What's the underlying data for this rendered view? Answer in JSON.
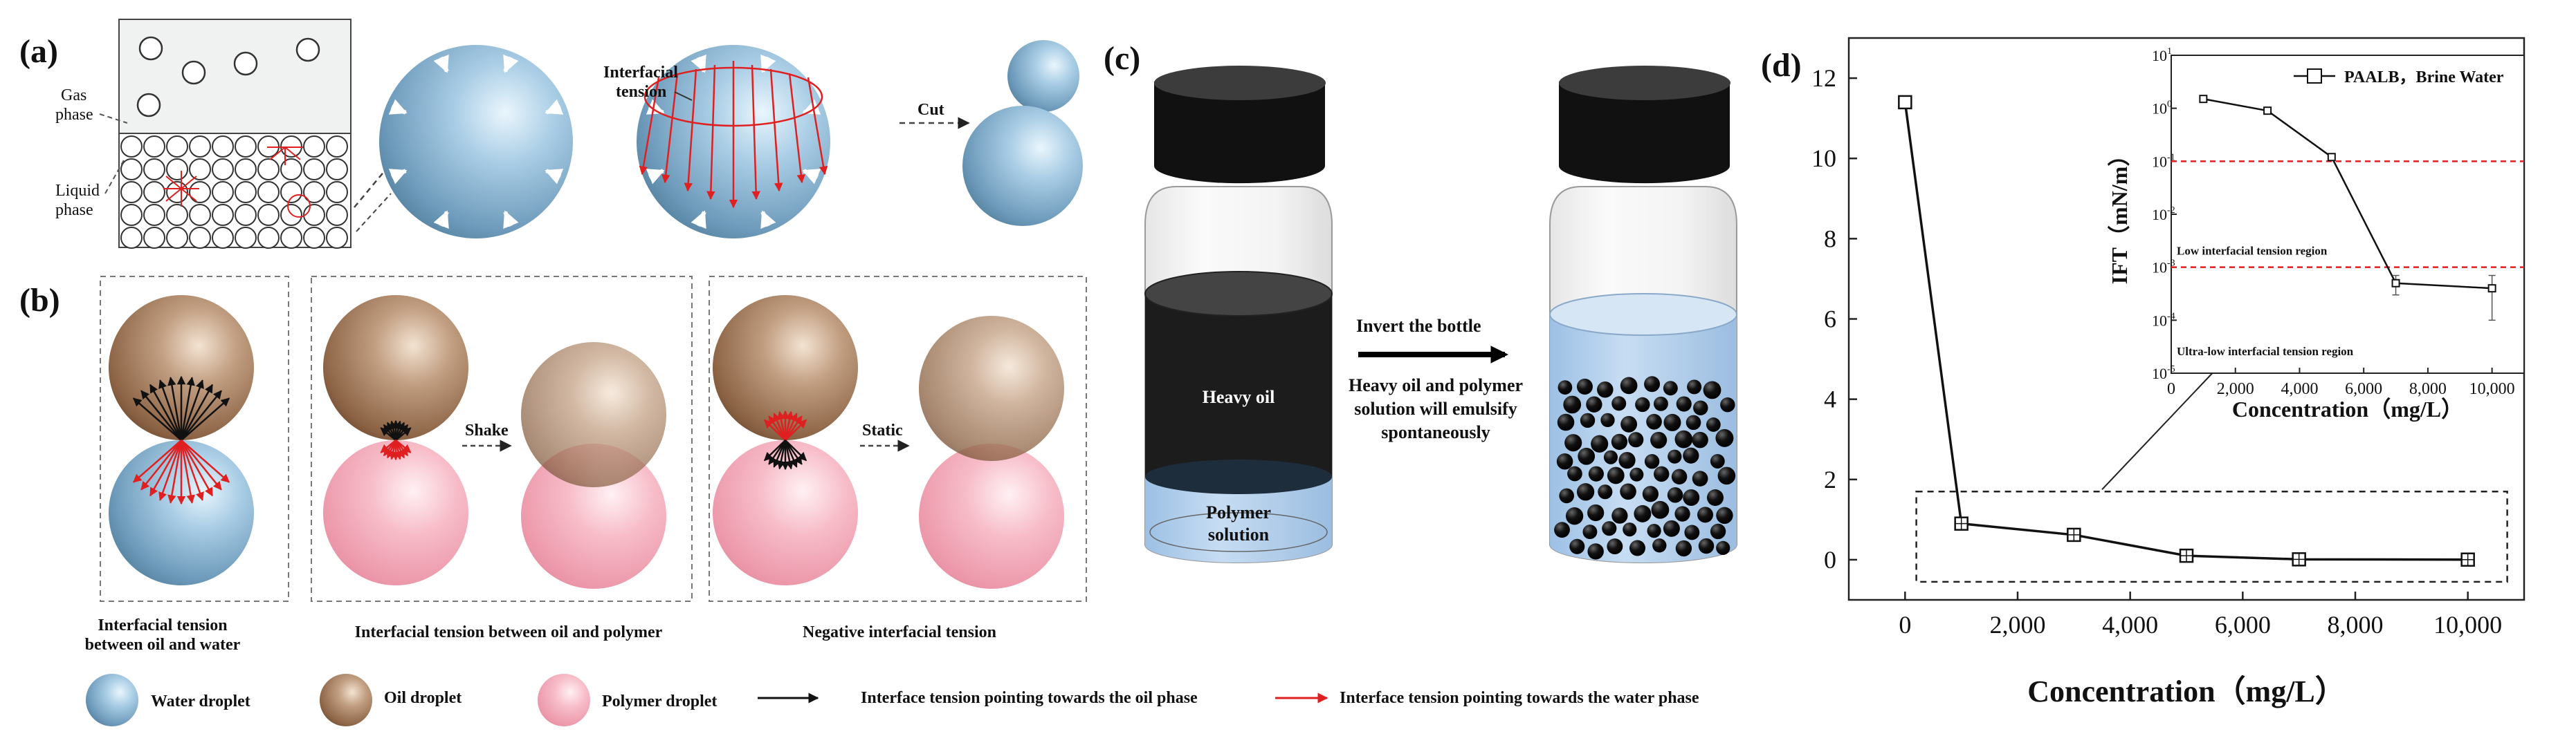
{
  "panels": {
    "a": {
      "label": "(a)",
      "gas_phase": [
        "Gas",
        "phase"
      ],
      "liquid_phase": [
        "Liquid",
        "phase"
      ],
      "interfacial_tension": [
        "Interfacial",
        "tension"
      ],
      "cut": "Cut"
    },
    "b": {
      "label": "(b)",
      "shake": "Shake",
      "static": "Static",
      "caption_1": [
        "Interfacial tension",
        "between oil and water"
      ],
      "caption_2": "Interfacial tension between oil and polymer",
      "caption_3": "Negative interfacial tension"
    },
    "c": {
      "label": "(c)",
      "heavy_oil": "Heavy oil",
      "polymer_solution": [
        "Polymer",
        "solution"
      ],
      "invert": "Invert the bottle",
      "emulsify": [
        "Heavy oil and polymer",
        "solution will emulsify",
        "spontaneously"
      ]
    },
    "d": {
      "label": "(d)"
    }
  },
  "legend": {
    "water": "Water droplet",
    "oil": "Oil droplet",
    "polymer": "Polymer droplet",
    "toward_oil": "Interface tension pointing towards the oil phase",
    "toward_water": "Interface tension pointing towards the water phase"
  },
  "colors": {
    "water": "#7fa9c6",
    "oil": "#9c7556",
    "polymer": "#f0a3b3",
    "arrow_black": "#111111",
    "arrow_red": "#e02020",
    "threshold": "#e02020"
  },
  "chart_data": [
    {
      "type": "line",
      "xlabel": "Concentration（mg/L）",
      "ylabel": "",
      "x": [
        0,
        1000,
        3000,
        5000,
        7000,
        10000
      ],
      "y": [
        11.4,
        0.9,
        0.62,
        0.1,
        0.01,
        0.003
      ],
      "xlim": [
        -1000,
        11000
      ],
      "ylim": [
        -1,
        13
      ],
      "xticks": [
        "0",
        "2,000",
        "4,000",
        "6,000",
        "8,000",
        "10,000"
      ],
      "yticks": [
        "0",
        "2",
        "4",
        "6",
        "8",
        "10",
        "12"
      ],
      "xtick_values": [
        0,
        2000,
        4000,
        6000,
        8000,
        10000
      ],
      "ytick_values": [
        0,
        2,
        4,
        6,
        8,
        10,
        12
      ],
      "grid": false
    },
    {
      "type": "line",
      "scale_y": "log",
      "xlabel": "Concentration（mg/L）",
      "ylabel": "IFT（mN/m）",
      "legend": "PAALB，Brine Water",
      "legend_position": "top-right",
      "x": [
        1000,
        3000,
        5000,
        7000,
        10000
      ],
      "y": [
        1.5,
        0.9,
        0.12,
        0.0005,
        0.0004
      ],
      "error": [
        0.1,
        0.08,
        0.015,
        0.0002,
        0.0003
      ],
      "xlim": [
        0,
        11000
      ],
      "ylim_exponent": [
        -5,
        1
      ],
      "xticks": [
        "0",
        "2,000",
        "4,000",
        "6,000",
        "8,000",
        "10,000"
      ],
      "xtick_values": [
        0,
        2000,
        4000,
        6000,
        8000,
        10000
      ],
      "ytick_exponents": [
        -5,
        -4,
        -3,
        -2,
        -1,
        0,
        1
      ],
      "thresholds": [
        0.1,
        0.001
      ],
      "regions": [
        "Low interfacial tension region",
        "Ultra-low interfacial tension region"
      ]
    }
  ]
}
